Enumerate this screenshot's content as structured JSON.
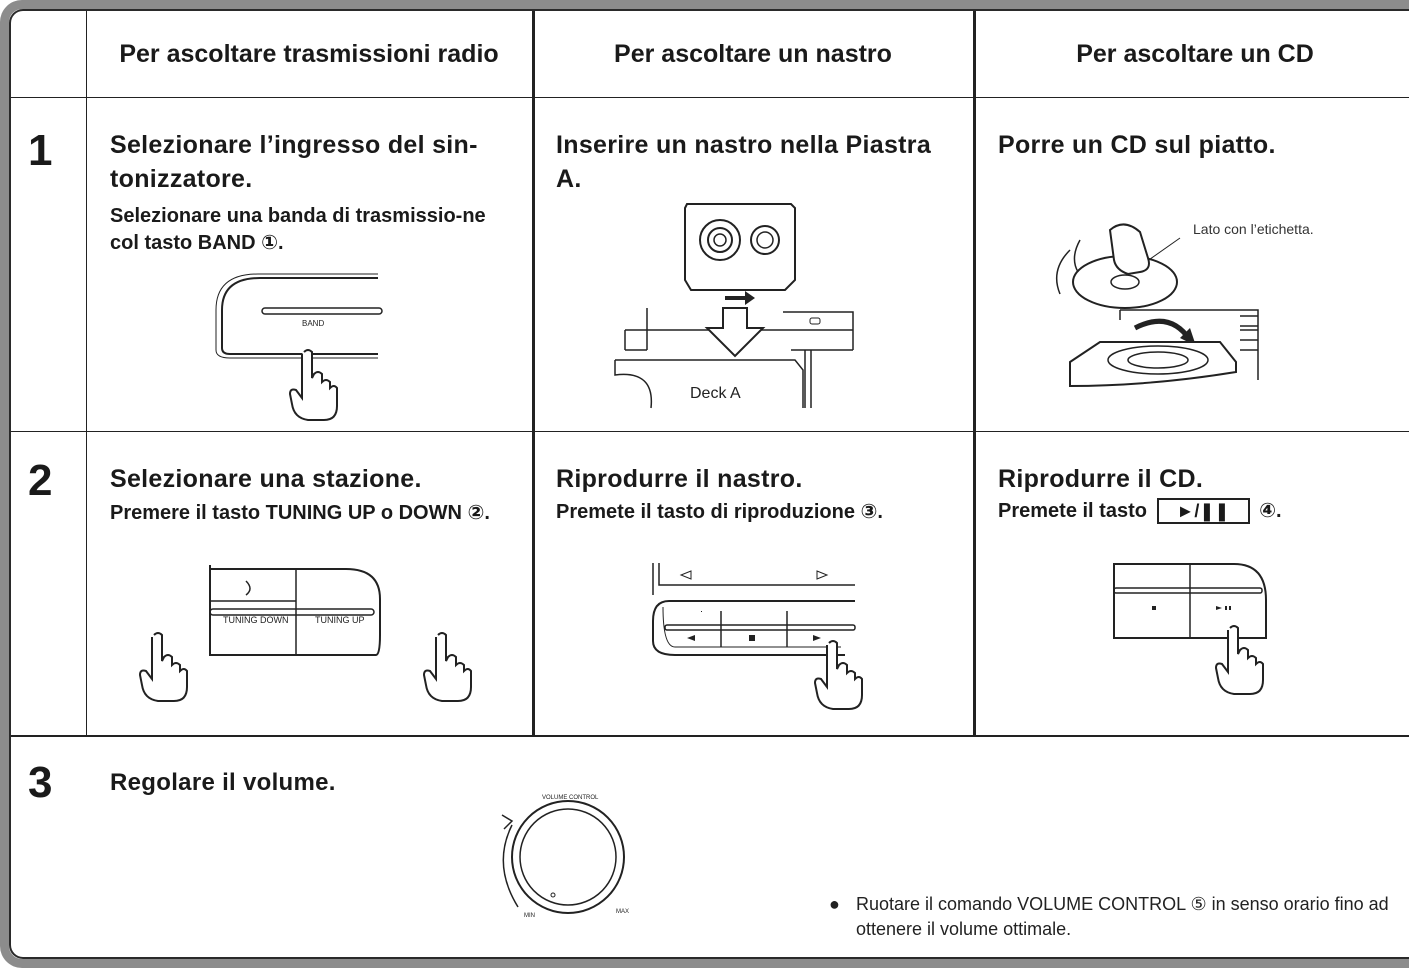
{
  "headers": {
    "radio": "Per ascoltare trasmissioni radio",
    "tape": "Per ascoltare un nastro",
    "cd": "Per ascoltare un CD"
  },
  "steps": {
    "s1": "1",
    "s2": "2",
    "s3": "3"
  },
  "row1": {
    "radio_title": "Selezionare l’ingresso del sin-tonizzatore.",
    "radio_sub": "Selezionare una banda di trasmissio-ne col tasto BAND ①.",
    "band_label": "BAND",
    "tape_title": "Inserire un nastro nella Piastra A.",
    "deck_label": "Deck A",
    "cd_title": "Porre un CD sul piatto.",
    "cd_caption": "Lato con l’etichetta."
  },
  "row2": {
    "radio_title": "Selezionare una stazione.",
    "radio_sub": "Premere il tasto TUNING UP o DOWN ②.",
    "tuning_down": "TUNING DOWN",
    "tuning_up": "TUNING UP",
    "tape_title": "Riprodurre il nastro.",
    "tape_sub": "Premete il tasto di riproduzione ③.",
    "cd_title": "Riprodurre il CD.",
    "cd_sub_prefix": "Premete il tasto",
    "cd_button": "►/❚❚",
    "cd_sub_suffix": "④."
  },
  "row3": {
    "title": "Regolare il volume.",
    "knob_label": "VOLUME CONTROL",
    "min": "MIN",
    "max": "MAX",
    "note": "Ruotare il comando VOLUME CONTROL ⑤ in senso orario fino ad ottenere il volume ottimale."
  }
}
